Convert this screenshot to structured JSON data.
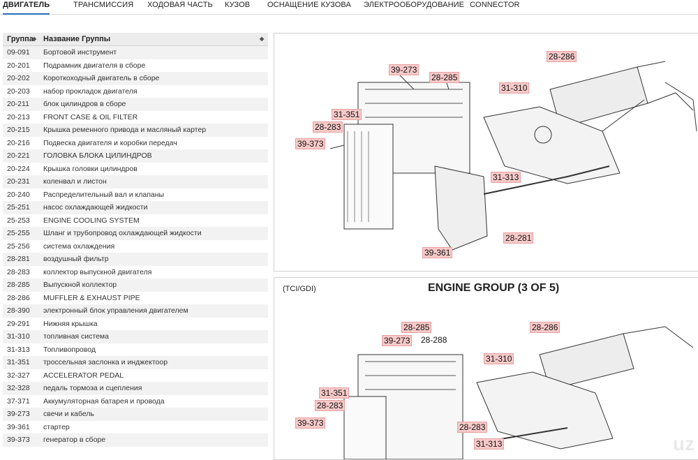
{
  "tabs": [
    {
      "label": "ДВИГАТЕЛЬ",
      "active": true
    },
    {
      "label": "ТРАНСМИССИЯ"
    },
    {
      "label": "ХОДОВАЯ ЧАСТЬ"
    },
    {
      "label": "КУЗОВ"
    },
    {
      "label": "ОСНАЩЕНИЕ КУЗОВА"
    },
    {
      "label": "ЭЛЕКТРООБОРУДОВАНИЕ"
    },
    {
      "label": "CONNECTOR"
    }
  ],
  "table": {
    "headers": {
      "code": "Группа",
      "name": "Название Группы"
    },
    "rows": [
      {
        "code": "09-091",
        "name": "Бортовой инструмент"
      },
      {
        "code": "20-201",
        "name": "Подрамник двигателя в сборе"
      },
      {
        "code": "20-202",
        "name": "Короткоходный двигатель в сборе"
      },
      {
        "code": "20-203",
        "name": "набор прокладок двигателя"
      },
      {
        "code": "20-211",
        "name": "блок цилиндров в сборе"
      },
      {
        "code": "20-213",
        "name": "FRONT CASE & OIL FILTER"
      },
      {
        "code": "20-215",
        "name": "Крышка ременного привода и масляный картер"
      },
      {
        "code": "20-216",
        "name": "Подвеска двигателя и коробки передач"
      },
      {
        "code": "20-221",
        "name": "ГОЛОВКА БЛОКА ЦИЛИНДРОВ"
      },
      {
        "code": "20-224",
        "name": "Крышка головки цилиндров"
      },
      {
        "code": "20-231",
        "name": "коленвал и листон"
      },
      {
        "code": "20-240",
        "name": "Распределительный вал и клапаны"
      },
      {
        "code": "25-251",
        "name": "насос охлаждающей жидкости"
      },
      {
        "code": "25-253",
        "name": "ENGINE COOLING SYSTEM"
      },
      {
        "code": "25-255",
        "name": "Шланг и трубопровод охлаждающей жидкости"
      },
      {
        "code": "25-256",
        "name": "система охлаждения"
      },
      {
        "code": "28-281",
        "name": "воздушный фильтр"
      },
      {
        "code": "28-283",
        "name": "коллектор выпускной двигателя"
      },
      {
        "code": "28-285",
        "name": "Выпускной коллектор"
      },
      {
        "code": "28-286",
        "name": "MUFFLER & EXHAUST PIPE"
      },
      {
        "code": "28-390",
        "name": "электронный блок управления двигателем"
      },
      {
        "code": "29-291",
        "name": "Нижняя крышка"
      },
      {
        "code": "31-310",
        "name": "топливная система"
      },
      {
        "code": "31-313",
        "name": "Топливопровод"
      },
      {
        "code": "31-351",
        "name": "троссельная заслонка и инджектоор"
      },
      {
        "code": "32-327",
        "name": "ACCELERATOR PEDAL"
      },
      {
        "code": "32-328",
        "name": "педаль тормоза и сцепления"
      },
      {
        "code": "37-371",
        "name": "Аккумуляторная батарея и провода"
      },
      {
        "code": "39-273",
        "name": "свечи и кабель"
      },
      {
        "code": "39-361",
        "name": "стартер"
      },
      {
        "code": "39-373",
        "name": "генератор в сборе"
      }
    ]
  },
  "diagram1": {
    "callouts": [
      "39-273",
      "28-285",
      "28-286",
      "31-310",
      "31-351",
      "28-283",
      "39-373",
      "31-313",
      "28-281",
      "39-361"
    ]
  },
  "diagram2": {
    "subtitle": "(TCI/GDI)",
    "title": "ENGINE GROUP (3 OF 5)",
    "callouts": [
      "28-285",
      "28-288",
      "39-273",
      "28-286",
      "31-310",
      "31-351",
      "28-283",
      "39-373",
      "28-283",
      "31-313"
    ],
    "watermark": "uz"
  },
  "colors": {
    "callout_bg": "#f7c9c9",
    "tab_active_border": "#2a6ebb",
    "row_alt": "#f2f2f2"
  }
}
